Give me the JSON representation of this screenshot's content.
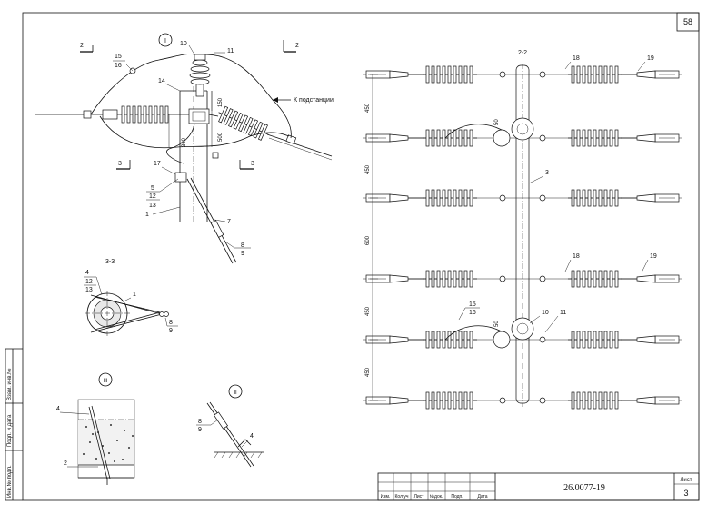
{
  "sheet": {
    "page_number": "58",
    "designation": "26.0077-19",
    "sheet_label": "Лист",
    "sheet_value": "3",
    "title_block_headers": [
      "Изм.",
      "Кол.уч",
      "Лист",
      "№док.",
      "Подп.",
      "Дата"
    ],
    "left_strip_labels": [
      "Инв.№ подл.",
      "Подп. и дата",
      "Взам. инв.№"
    ]
  },
  "view1": {
    "view_label": "I",
    "section_22_left": "2",
    "section_22_right": "2",
    "section_33_left": "3",
    "section_33_right": "3",
    "to_substation": "К подстанции",
    "dim_300": "300",
    "dim_500": "500",
    "dim_150": "150",
    "callouts": {
      "c10": "10",
      "c11": "11",
      "c14": "14",
      "c15": "15",
      "c16": "16",
      "c17": "17",
      "c5": "5",
      "c12": "12",
      "c13": "13",
      "c1": "1",
      "c7": "7",
      "c8": "8",
      "c9": "9"
    }
  },
  "view22": {
    "title": "2-2",
    "dims": [
      "450",
      "450",
      "600",
      "450",
      "450"
    ],
    "callouts": {
      "c18a": "18",
      "c19a": "19",
      "c50a": "50",
      "c3": "3",
      "c18b": "18",
      "c19b": "19",
      "c15": "15",
      "c16": "16",
      "c50b": "50",
      "c10": "10",
      "c11": "11"
    }
  },
  "view33": {
    "title": "3-3",
    "callouts": {
      "c4": "4",
      "c12": "12",
      "c13": "13",
      "c1": "1",
      "c8": "8",
      "c9": "9"
    }
  },
  "viewIII": {
    "label": "III",
    "c4": "4",
    "c2": "2"
  },
  "viewII": {
    "label": "II",
    "c8": "8",
    "c9": "9",
    "c4": "4"
  }
}
